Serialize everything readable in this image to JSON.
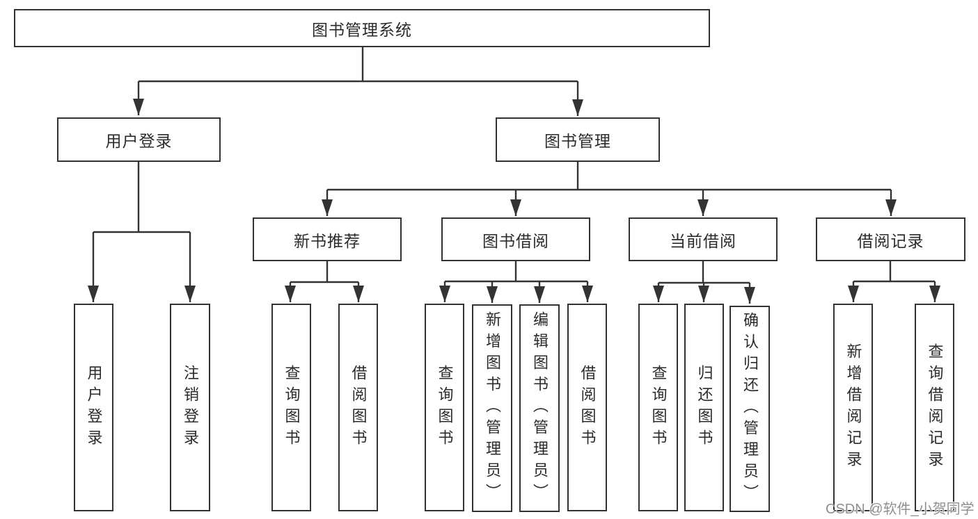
{
  "diagram": {
    "root": {
      "label": "图书管理系统",
      "children": [
        {
          "label": "用户登录",
          "children": [
            {
              "label": "用户登录"
            },
            {
              "label": "注销登录"
            }
          ]
        },
        {
          "label": "图书管理",
          "children": [
            {
              "label": "新书推荐",
              "children": [
                {
                  "label": "查询图书"
                },
                {
                  "label": "借阅图书"
                }
              ]
            },
            {
              "label": "图书借阅",
              "children": [
                {
                  "label": "查询图书"
                },
                {
                  "label": "新增图书（管理员）"
                },
                {
                  "label": "编辑图书（管理员）"
                },
                {
                  "label": "借阅图书"
                }
              ]
            },
            {
              "label": "当前借阅",
              "children": [
                {
                  "label": "查询图书"
                },
                {
                  "label": "归还图书"
                },
                {
                  "label": "确认归还（管理员）"
                }
              ]
            },
            {
              "label": "借阅记录",
              "children": [
                {
                  "label": "新增借阅记录"
                },
                {
                  "label": "查询借阅记录"
                }
              ]
            }
          ]
        }
      ]
    }
  },
  "watermark": "CSDN @软件_小贺同学",
  "colors": {
    "line": "#333333",
    "box_border": "#333333",
    "box_background": "#ffffff",
    "text": "#2b2b2b",
    "watermark": "#8f8f8f",
    "page_background": "#ffffff"
  }
}
